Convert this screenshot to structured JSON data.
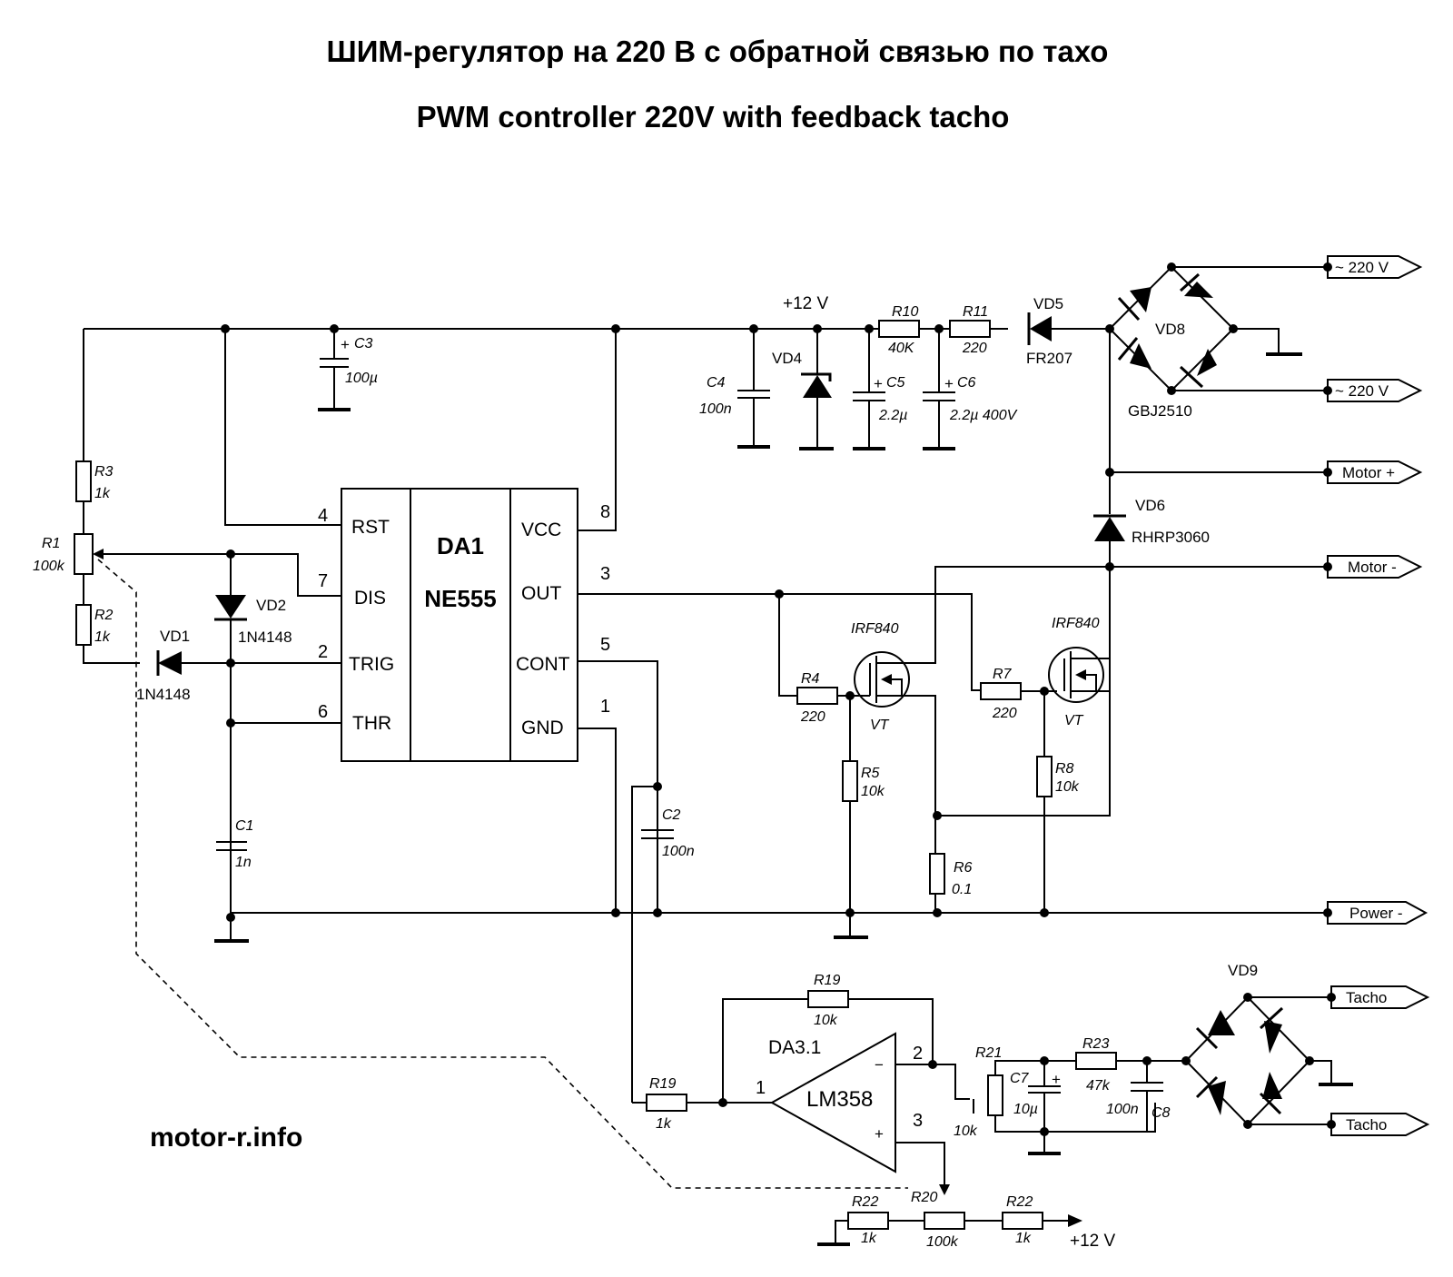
{
  "title_ru": "ШИМ-регулятор на 220 В  с обратной связью по тахо",
  "title_en": "PWM controller 220V  with feedback tacho",
  "watermark": "motor-r.info",
  "supply_label": "+12 V",
  "supply_label_bottom": "+12 V",
  "ic555": {
    "ref": "DA1",
    "part": "NE555",
    "pins_left": [
      {
        "num": "4",
        "name": "RST"
      },
      {
        "num": "7",
        "name": "DIS"
      },
      {
        "num": "2",
        "name": "TRIG"
      },
      {
        "num": "6",
        "name": "THR"
      }
    ],
    "pins_right": [
      {
        "num": "8",
        "name": "VCC"
      },
      {
        "num": "3",
        "name": "OUT"
      },
      {
        "num": "5",
        "name": "CONT"
      },
      {
        "num": "1",
        "name": "GND"
      }
    ]
  },
  "opamp": {
    "ref": "DA3.1",
    "part": "LM358",
    "pin_out": "1",
    "pin_inv": "2",
    "pin_noninv": "3",
    "inv_sign": "−",
    "noninv_sign": "+"
  },
  "components": {
    "R1": {
      "ref": "R1",
      "value": "100k"
    },
    "R2": {
      "ref": "R2",
      "value": "1k"
    },
    "R3": {
      "ref": "R3",
      "value": "1k"
    },
    "R4": {
      "ref": "R4",
      "value": "220"
    },
    "R5": {
      "ref": "R5",
      "value": "10k"
    },
    "R6": {
      "ref": "R6",
      "value": "0.1"
    },
    "R7": {
      "ref": "R7",
      "value": "220"
    },
    "R8": {
      "ref": "R8",
      "value": "10k"
    },
    "R10": {
      "ref": "R10",
      "value": "40K"
    },
    "R11": {
      "ref": "R11",
      "value": "220"
    },
    "R19a": {
      "ref": "R19",
      "value": "10k"
    },
    "R19b": {
      "ref": "R19",
      "value": "1k"
    },
    "R20": {
      "ref": "R20",
      "value": "100k"
    },
    "R21": {
      "ref": "R21",
      "value": "10k"
    },
    "R22a": {
      "ref": "R22",
      "value": "1k"
    },
    "R22b": {
      "ref": "R22",
      "value": "1k"
    },
    "R23": {
      "ref": "R23",
      "value": "47k"
    },
    "C1": {
      "ref": "C1",
      "value": "1n"
    },
    "C2": {
      "ref": "C2",
      "value": "100n"
    },
    "C3": {
      "ref": "C3",
      "value": "100µ"
    },
    "C4": {
      "ref": "C4",
      "value": "100n"
    },
    "C5": {
      "ref": "C5",
      "value": "2.2µ"
    },
    "C6": {
      "ref": "C6",
      "value": "2.2µ 400V"
    },
    "C7": {
      "ref": "C7",
      "value": "10µ"
    },
    "C8": {
      "ref": "C8",
      "value": "100n"
    },
    "VD1": {
      "ref": "VD1",
      "value": "1N4148"
    },
    "VD2": {
      "ref": "VD2",
      "value": "1N4148"
    },
    "VD4": {
      "ref": "VD4",
      "value": ""
    },
    "VD5": {
      "ref": "VD5",
      "value": "FR207"
    },
    "VD6": {
      "ref": "VD6",
      "value": "RHRP3060"
    },
    "VD8": {
      "ref": "VD8",
      "value": "GBJ2510"
    },
    "VD9": {
      "ref": "VD9",
      "value": ""
    },
    "VT1": {
      "ref": "VT",
      "value": "IRF840"
    },
    "VT2": {
      "ref": "VT",
      "value": "IRF840"
    }
  },
  "connectors": {
    "ac1": "~ 220 V",
    "ac2": "~ 220 V",
    "motor_plus": "Motor +",
    "motor_minus": "Motor -",
    "power_minus": "Power -",
    "tacho1": "Tacho",
    "tacho2": "Tacho"
  },
  "plus_sign": "+"
}
